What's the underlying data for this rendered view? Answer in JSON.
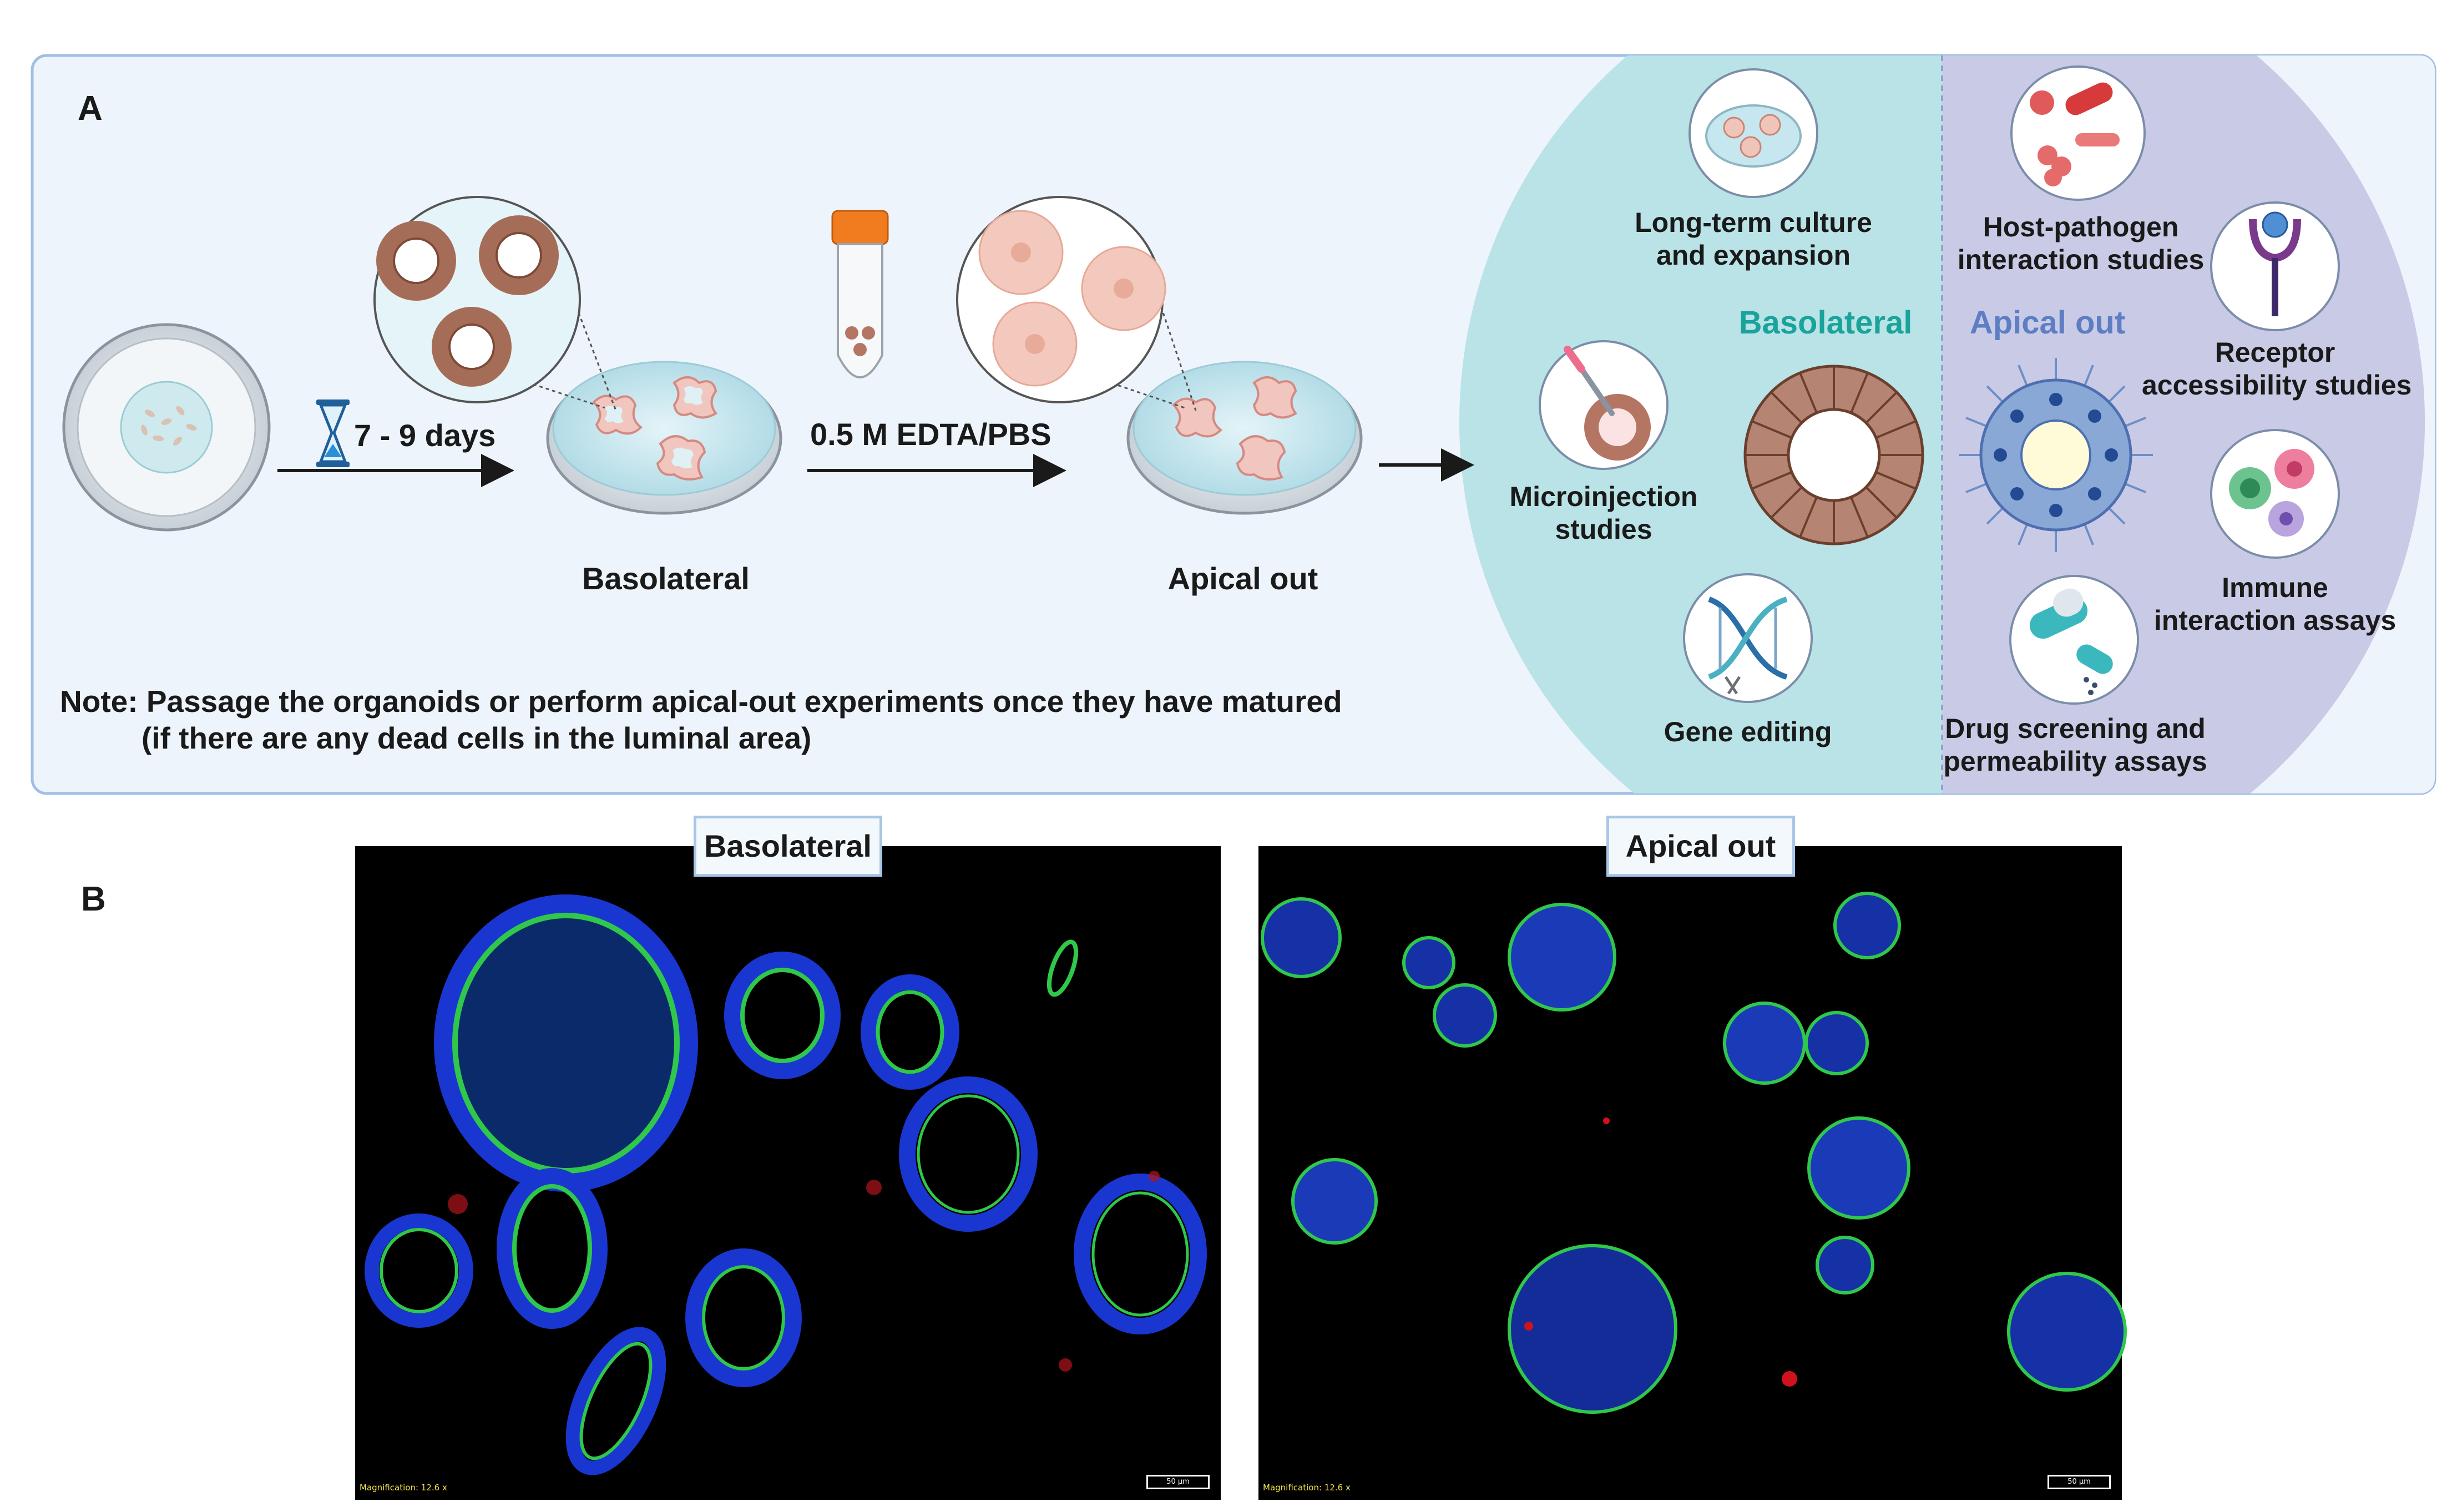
{
  "panel_a": {
    "letter": "A",
    "step1": {
      "duration": "7 - 9 days",
      "label": "Basolateral"
    },
    "step2": {
      "reagent": "0.5 M EDTA/PBS",
      "label": "Apical out"
    },
    "note_line1": "Note: Passage the organoids or perform apical-out experiments once they have matured",
    "note_line2": "(if there are any dead cells in the luminal area)",
    "basolateral_header": "Basolateral",
    "apical_header": "Apical out",
    "basolateral_apps": {
      "long_term_1": "Long-term culture",
      "long_term_2": "and expansion",
      "microinjection_1": "Microinjection",
      "microinjection_2": "studies",
      "gene_editing": "Gene editing"
    },
    "apical_apps": {
      "host_pathogen_1": "Host-pathogen",
      "host_pathogen_2": "interaction studies",
      "receptor_1": "Receptor",
      "receptor_2": "accessibility studies",
      "immune_1": "Immune",
      "immune_2": "interaction assays",
      "drug_1": "Drug screening and",
      "drug_2": "permeability assays"
    },
    "colors": {
      "panel_bg": "#eef4fb",
      "panel_border": "#9fbfe3",
      "basolateral_region": "#b9e3e6",
      "apical_region": "#c9cbe6",
      "basolateral_header": "#1aa39a",
      "apical_header": "#5e7ec4"
    }
  },
  "panel_b": {
    "letter": "B",
    "left_title": "Basolateral",
    "right_title": "Apical out",
    "magnification": "Magnification: 12.6 x",
    "scale_bar": "50 µm"
  }
}
